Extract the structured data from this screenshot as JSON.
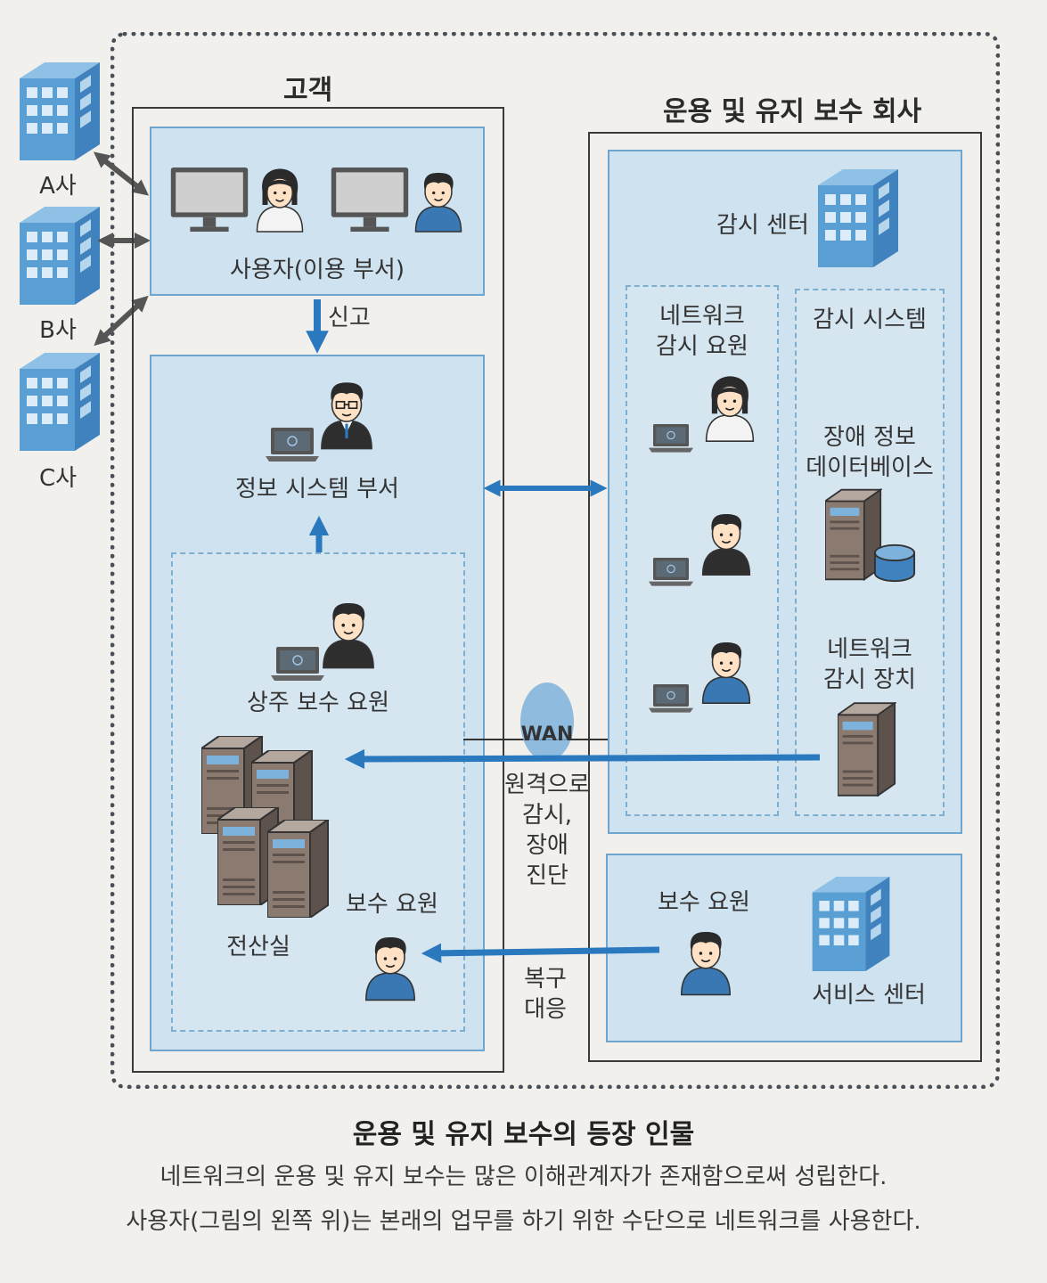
{
  "companies": {
    "a": "A사",
    "b": "B사",
    "c": "C사"
  },
  "customer": {
    "title": "고객",
    "users_label": "사용자(이용 부서)",
    "report_label": "신고",
    "is_dept_label": "정보 시스템 부서",
    "resident_staff_label": "상주 보수 요원",
    "computer_room_label": "전산실",
    "maint_staff_label": "보수 요원"
  },
  "company": {
    "title": "운용 및 유지 보수 회사",
    "monitor_center_label": "감시 센터",
    "net_monitor_staff_label": "네트워크\n감시 요원",
    "monitor_system_label": "감시 시스템",
    "fault_db_label": "장애 정보\n데이터베이스",
    "net_monitor_device_label": "네트워크\n감시 장치",
    "maint_staff_label": "보수 요원",
    "service_center_label": "서비스 센터"
  },
  "wan": {
    "label": "WAN",
    "remote_label": "원격으로\n감시,\n장애\n진단",
    "recovery_label": "복구\n대응"
  },
  "caption": {
    "title": "운용 및 유지 보수의 등장 인물",
    "line1": "네트워크의 운용 및 유지 보수는 많은 이해관계자가 존재함으로써 성립한다.",
    "line2": "사용자(그림의 왼쪽 위)는 본래의 업무를 하기 위한 수단으로 네트워크를 사용한다."
  },
  "colors": {
    "panel_fill": "#cfe2ef",
    "panel_border": "#6fa6cf",
    "arrow_blue": "#2a78bd",
    "building_blue": "#5a9fd4",
    "shirt_blue": "#3a78b4"
  },
  "icons": {
    "building": "building-icon",
    "monitor": "monitor-icon",
    "person": "person-icon",
    "laptop": "laptop-icon",
    "server": "server-icon",
    "database": "database-icon",
    "cloud": "wan-cloud-icon"
  }
}
